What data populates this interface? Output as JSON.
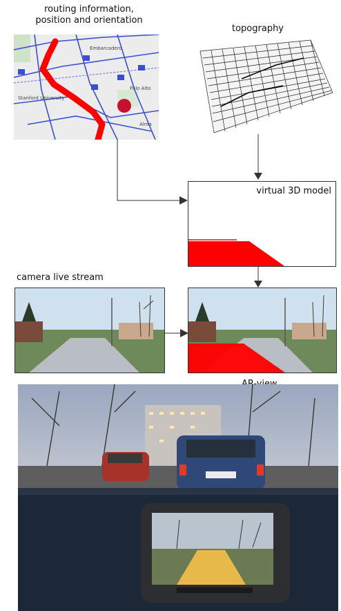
{
  "labels": {
    "routing": "routing information,\nposition and orientation",
    "topography": "topography",
    "virtual_model": "virtual 3D model",
    "camera": "camera live stream",
    "ar_view": "AR-view"
  },
  "map": {
    "street_labels": [
      "Stanford University",
      "Palo Alto",
      "Embarcadero",
      "Alma"
    ],
    "route_color": "#ff0000",
    "background_color": "#e9e9e9",
    "street_color": "#3a4fd0"
  },
  "colors": {
    "road_overlay": "#ff0000",
    "arrow": "#333333",
    "ar_road_tint": "#f2c12e"
  }
}
